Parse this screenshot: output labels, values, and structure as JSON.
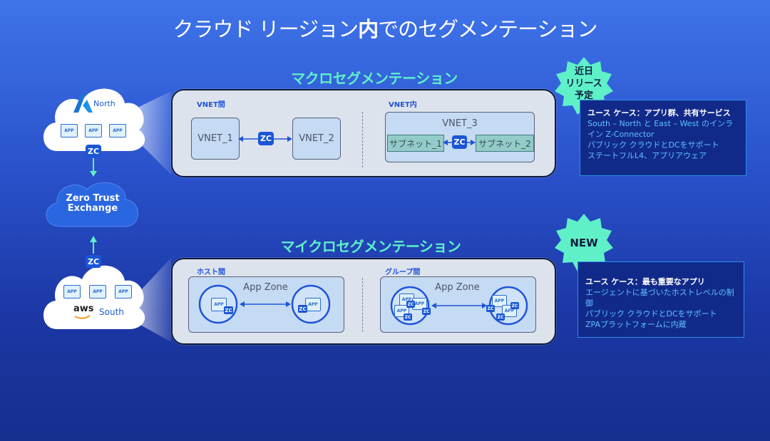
{
  "title": {
    "prefix": "クラウド リージョン",
    "bold": "内",
    "suffix": "でのセグメンテーション"
  },
  "macro": {
    "title": "マクロセグメンテーション",
    "left_label": "VNET間",
    "vnet1": "VNET_1",
    "vnet2": "VNET_2",
    "right_label": "VNET内",
    "vnet3": "VNET_3",
    "subnet1": "サブネット_1",
    "subnet2": "サブネット_2"
  },
  "micro": {
    "title": "マイクロセグメンテーション",
    "left_label": "ホスト間",
    "right_label": "グループ間",
    "zone_left": "App Zone",
    "zone_right": "App Zone"
  },
  "zc_label": "ZC",
  "app_label": "APP",
  "clouds": {
    "north": "North",
    "south": "South",
    "aws": "aws",
    "zte_line1": "Zero Trust",
    "zte_line2": "Exchange"
  },
  "badges": {
    "coming_soon": [
      "近日",
      "リリース",
      "予定"
    ],
    "new": "NEW"
  },
  "usecase_macro": {
    "head_prefix": "ユース ケース：",
    "head_bold": "アプリ群、共有サービス",
    "lines": [
      "South – North と East – West のインラ",
      "イン Z-Connector",
      "パブリック クラウドとDCをサポート",
      "ステートフルL4、アプリアウェア"
    ]
  },
  "usecase_micro": {
    "head_prefix": "ユース ケース：",
    "head_bold": "最も重要なアプリ",
    "lines": [
      "エージェントに基づいたホストレベルの制御",
      "パブリック クラウドとDCをサポート",
      "ZPAプラットフォームに内蔵"
    ]
  },
  "colors": {
    "background_top": "#3f74e9",
    "background_bottom": "#162e8e",
    "accent_green": "#5ff0c8",
    "zc_blue": "#1a56d6",
    "usecase_text": "#5ec2ff"
  }
}
